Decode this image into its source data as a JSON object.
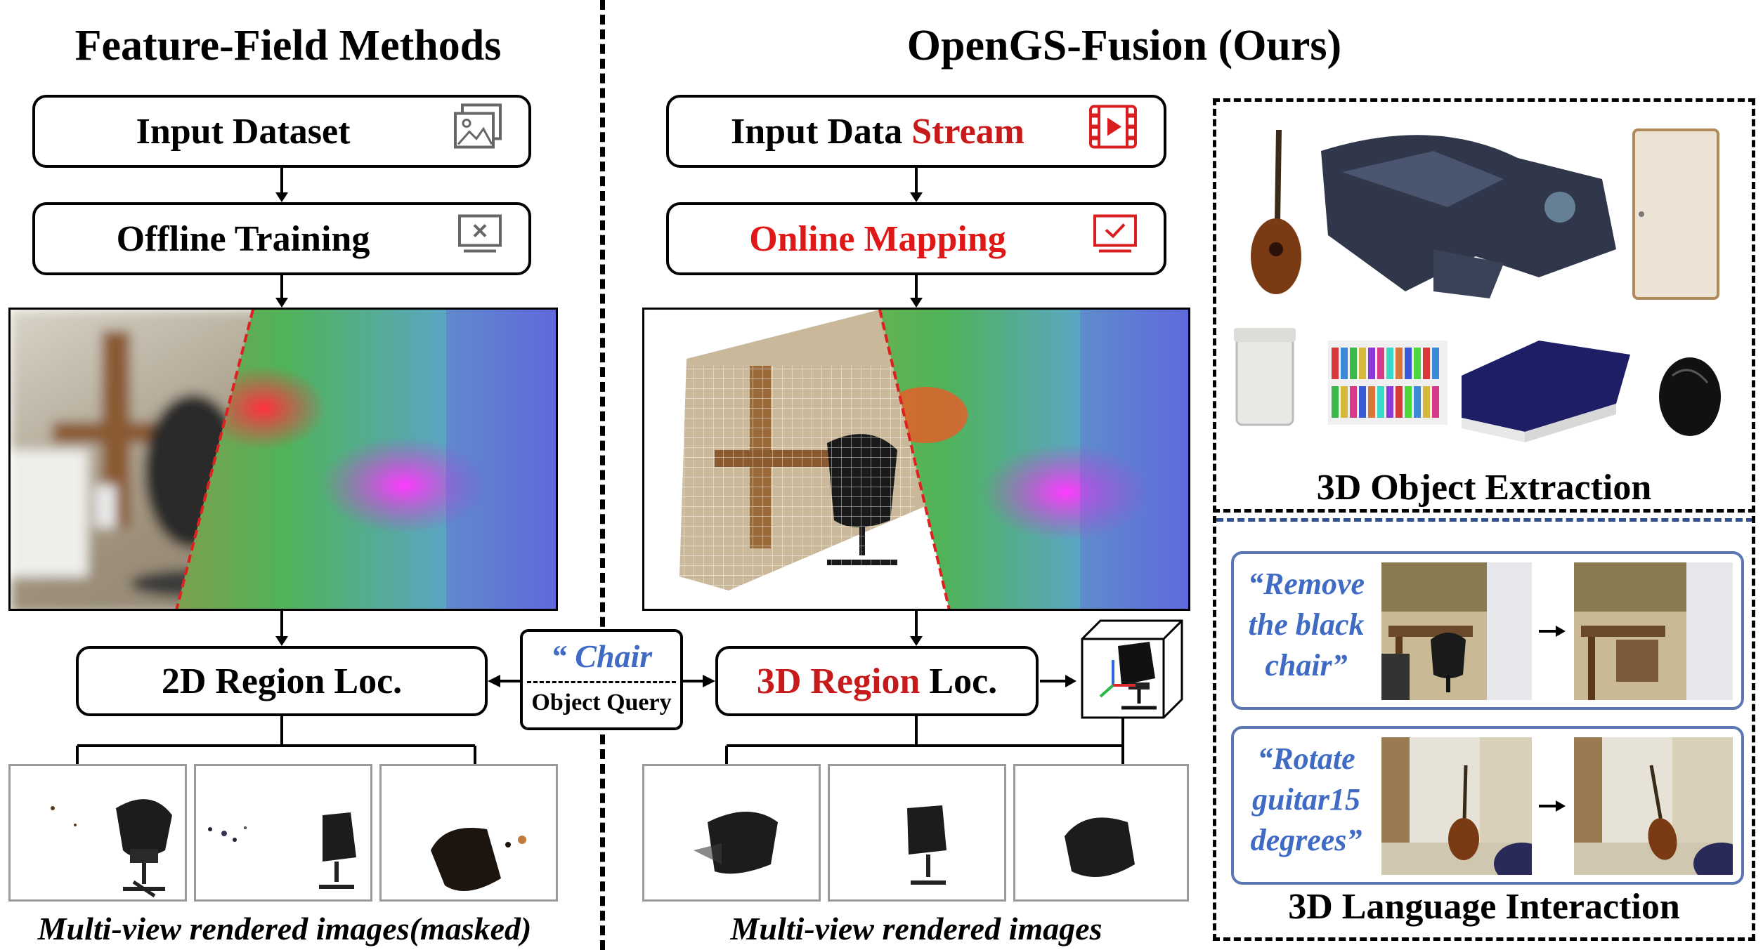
{
  "left": {
    "title": "Feature-Field Methods",
    "input_label": "Input Dataset",
    "training_label": "Offline Training",
    "region_label": "2D Region Loc.",
    "caption": "Multi-view rendered images(masked)"
  },
  "right": {
    "title": "OpenGS-Fusion (Ours)",
    "input_label_a": "Input Data ",
    "input_label_b": "Stream",
    "mapping_label": "Online Mapping",
    "region_label_a": "3D Region",
    "region_label_b": " Loc.",
    "caption": "Multi-view rendered images"
  },
  "query": {
    "quote_mark": "“",
    "word": "Chair",
    "label": "Object Query"
  },
  "extraction": {
    "title": "3D Object Extraction"
  },
  "interaction": {
    "title": "3D Language Interaction",
    "command1": [
      "“Remove",
      "the black",
      "chair”"
    ],
    "command2": [
      "“Rotate",
      "guitar15",
      "degrees”"
    ]
  },
  "colors": {
    "accent_red": "#e01717",
    "quote_blue": "#3f6bc4",
    "panel_border_blue": "#5b77b3",
    "dashed_blue": "#2f4f8f"
  }
}
